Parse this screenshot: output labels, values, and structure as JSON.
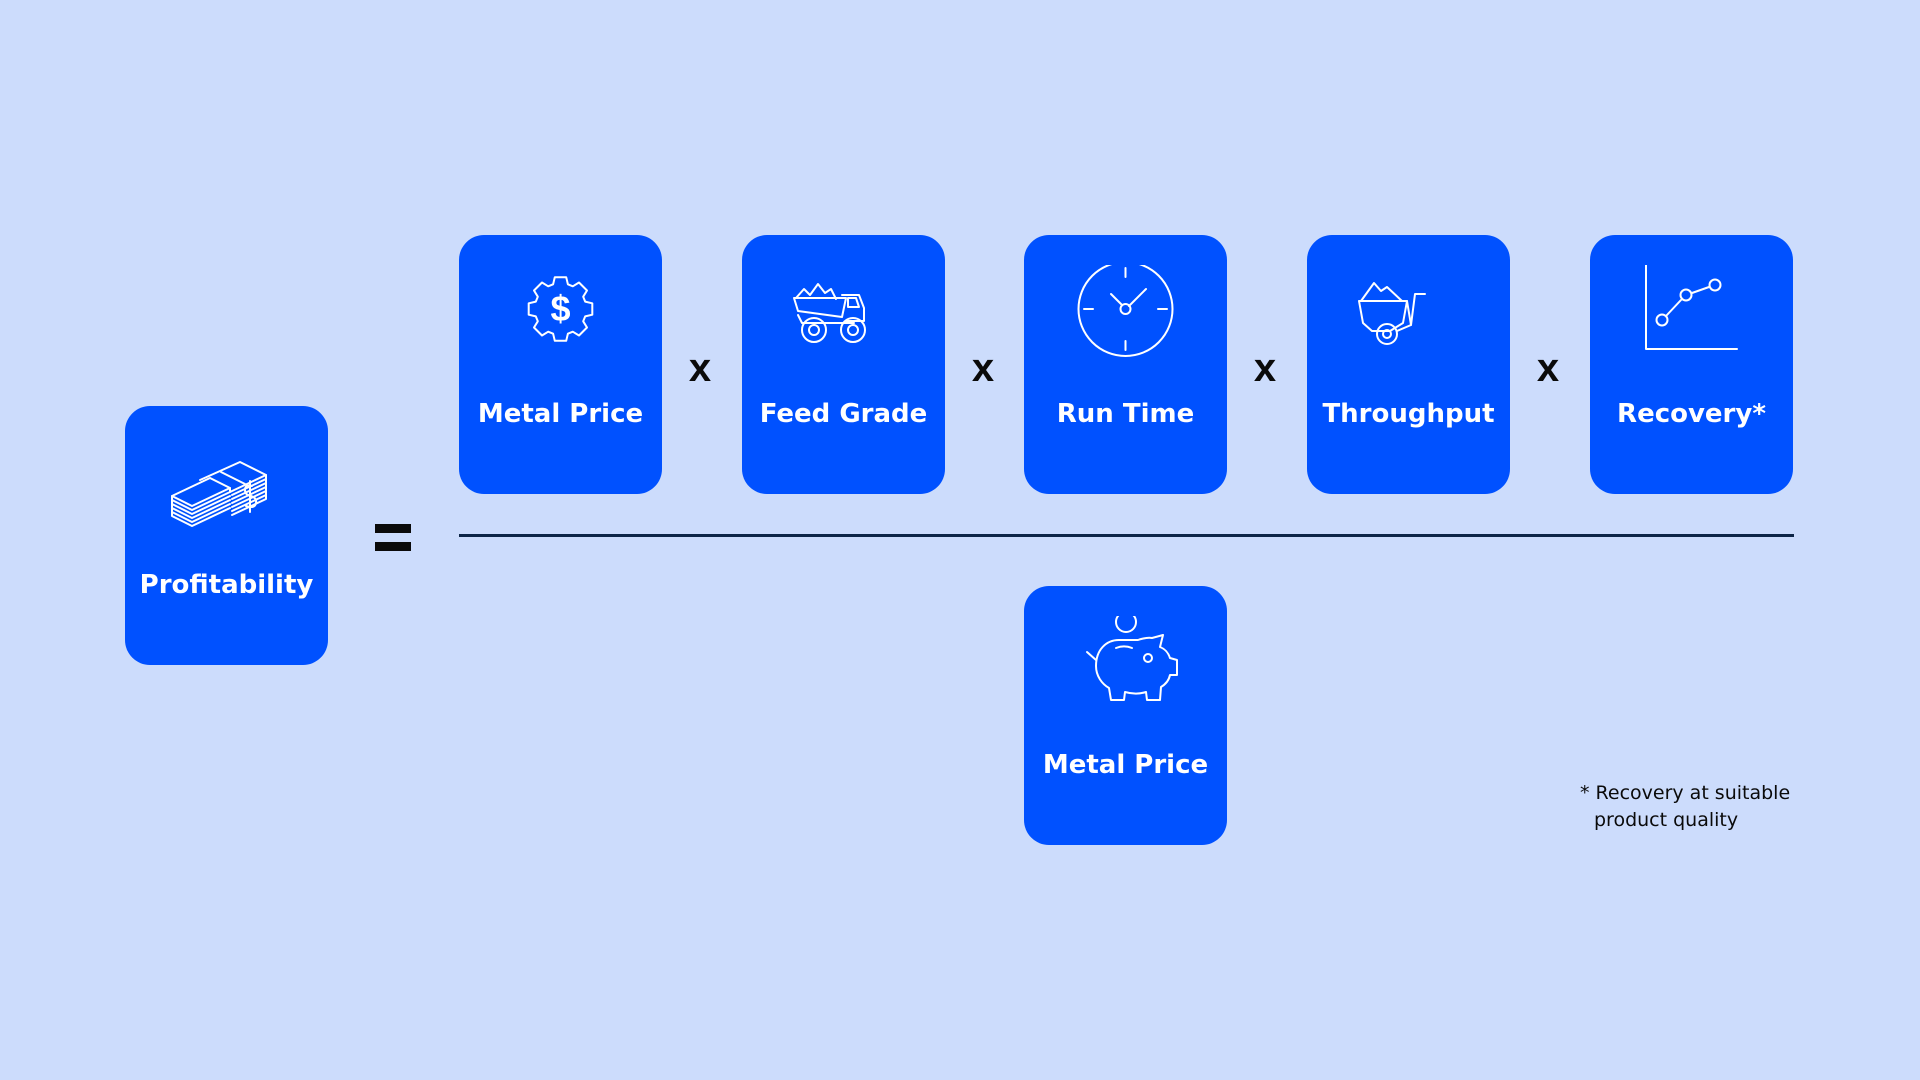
{
  "equation": {
    "result": {
      "label": "Profitability",
      "icon": "money-stack-icon"
    },
    "equals_symbol": "=",
    "multiply_symbol": "x",
    "numerator": [
      {
        "label": "Metal Price",
        "icon": "dollar-gear-icon"
      },
      {
        "label": "Feed Grade",
        "icon": "dump-truck-icon"
      },
      {
        "label": "Run Time",
        "icon": "clock-icon"
      },
      {
        "label": "Throughput",
        "icon": "ore-cart-icon"
      },
      {
        "label": "Recovery*",
        "icon": "line-graph-icon"
      }
    ],
    "denominator": {
      "label": "Metal Price",
      "icon": "piggy-bank-icon"
    }
  },
  "footnote": {
    "line1": "* Recovery at suitable",
    "line2": "product quality"
  },
  "colors": {
    "background": "#ccdcfc",
    "card": "#0051ff",
    "card_text": "#ffffff",
    "operator": "#0a0a0a",
    "divider": "#0d2547"
  }
}
